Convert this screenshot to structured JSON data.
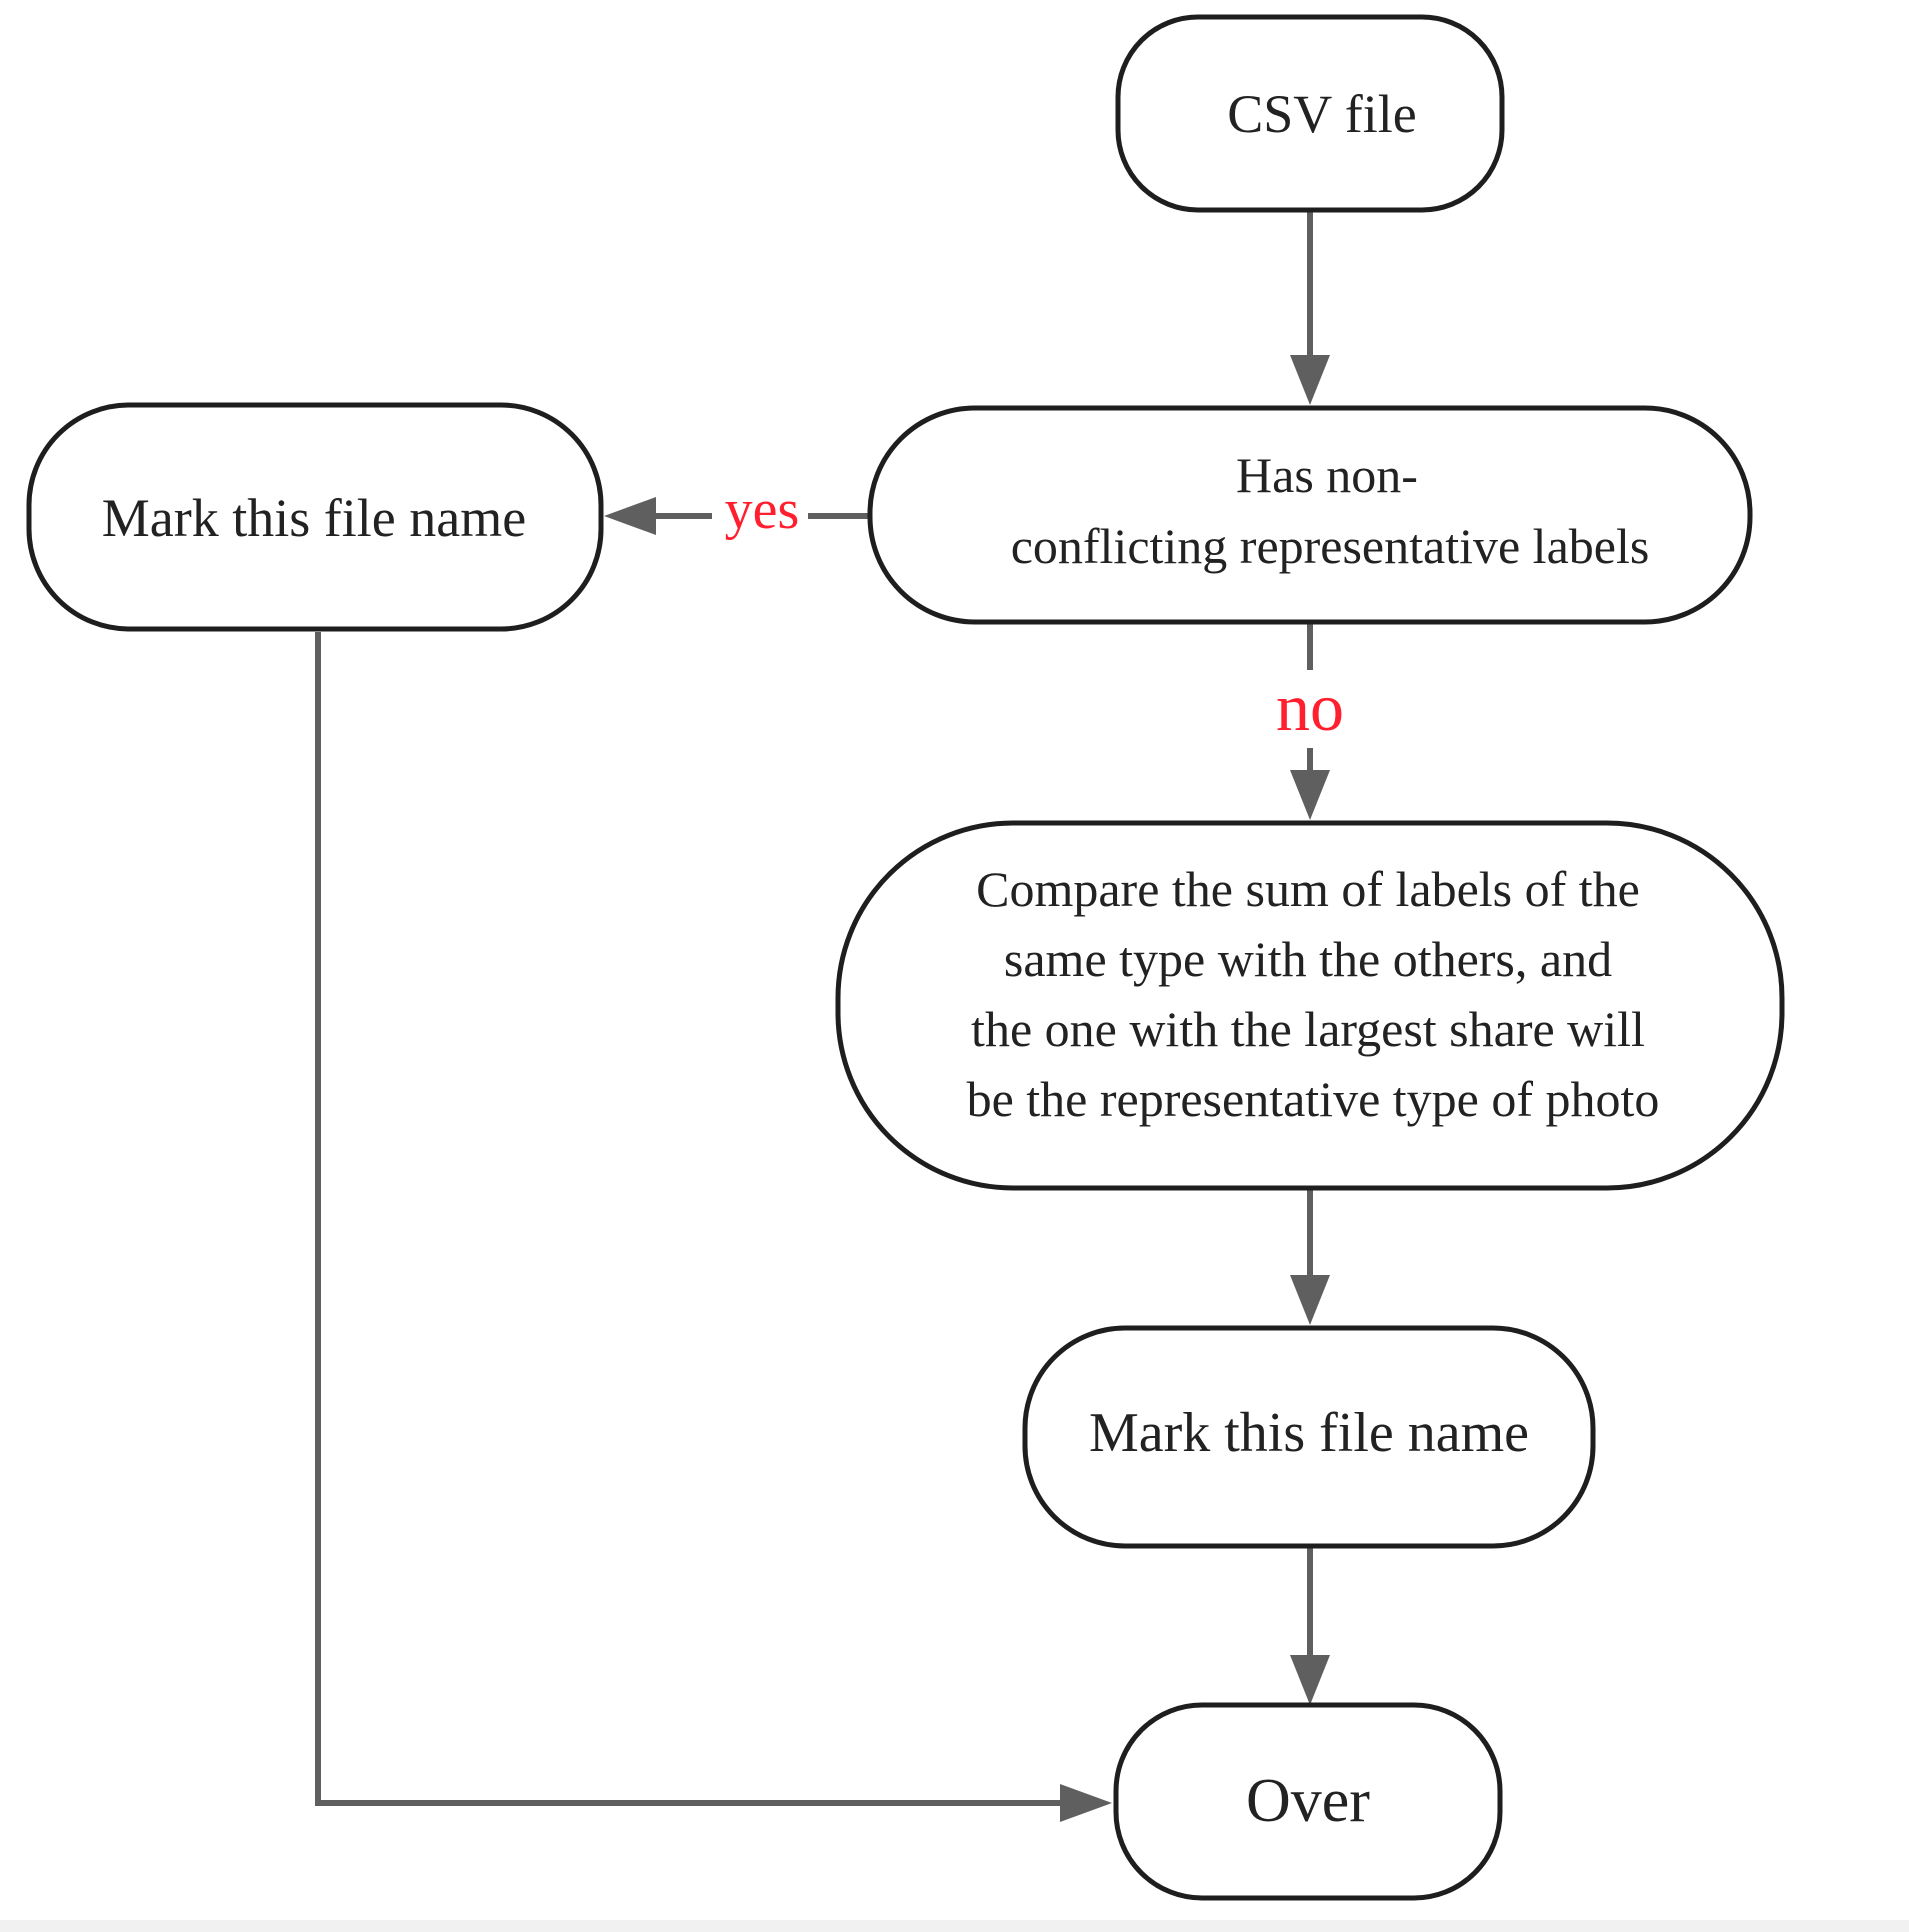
{
  "diagram": {
    "nodes": {
      "csv_file": {
        "lines": [
          "CSV file"
        ]
      },
      "has_non_conflicting": {
        "lines": [
          "Has non-",
          "conflicting representative labels"
        ]
      },
      "mark_left": {
        "lines": [
          "Mark this file name"
        ]
      },
      "compare": {
        "lines": [
          "Compare the sum of labels of the",
          "same type with the others, and",
          "the one with the largest share will",
          "be the representative type of photo"
        ]
      },
      "mark_right": {
        "lines": [
          "Mark this file name"
        ]
      },
      "over": {
        "lines": [
          "Over"
        ]
      }
    },
    "edges": {
      "yes_label": "yes",
      "no_label": "no"
    },
    "colors": {
      "node_border": "#1e1e1e",
      "edge": "#5f5f5f",
      "label_red": "#ff1f2e"
    }
  }
}
